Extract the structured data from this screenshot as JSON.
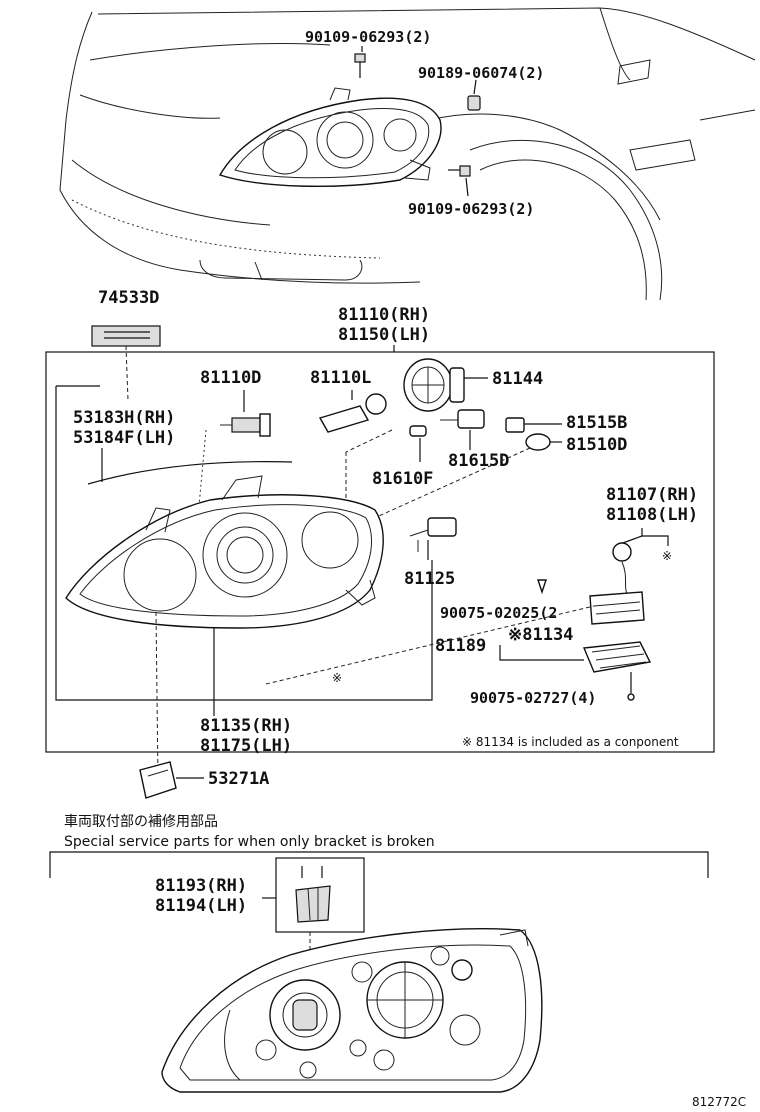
{
  "parts": {
    "bolt_upper": "90109-06293(2)",
    "clip": "90189-06074(2)",
    "bolt_lower": "90109-06293(2)",
    "label_plate": "74533D",
    "assy_rh": "81110(RH)",
    "assy_lh": "81150(LH)",
    "bulb_hb": "81110D",
    "bulb_hid": "81110L",
    "cap": "81144",
    "gasket_rh": "53183H(RH)",
    "gasket_lh": "53184F(LH)",
    "socket_side": "81515B",
    "bulb_side": "81510D",
    "socket_small": "81615D",
    "bulb_small": "81610F",
    "cord_rh": "81107(RH)",
    "cord_lh": "81108(LH)",
    "socket_assy": "81125",
    "screw_a": "90075-02025(2",
    "ballast": "※81134",
    "ballast_bracket": "81189",
    "screw_b": "90075-02727(4)",
    "unit_rh": "81135(RH)",
    "unit_lh": "81175(LH)",
    "retainer": "53271A",
    "bracket_rh": "81193(RH)",
    "bracket_lh": "81194(LH)"
  },
  "symbols": {
    "ref_mark": "※"
  },
  "notes": {
    "component_note": "※ 81134 is included as a conponent",
    "service_jp": "車両取付部の補修用部品",
    "service_en": "Special service parts for when only bracket is broken",
    "figure_code": "812772C"
  }
}
